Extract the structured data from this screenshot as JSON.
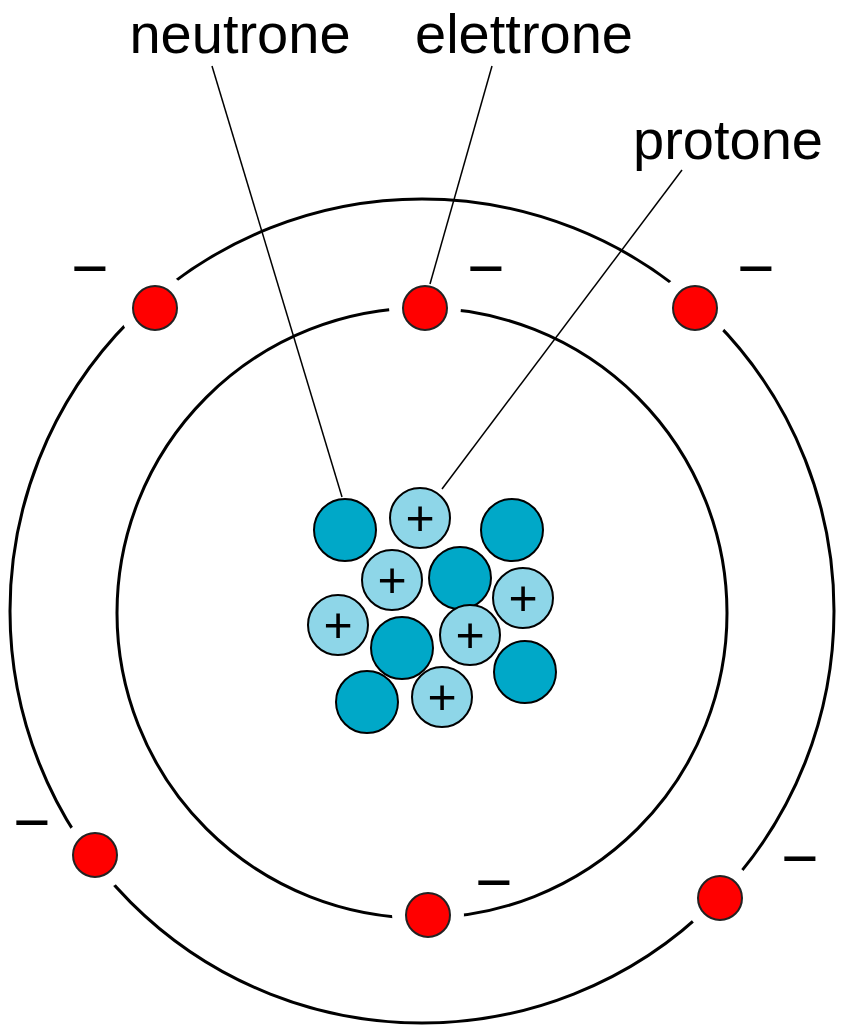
{
  "diagram": {
    "nodes": [
      {
        "text": [
          "+"
        ]
      },
      {
        "text": [
          "+"
        ]
      },
      {
        "text": [
          "+"
        ]
      },
      {
        "text": [
          "+"
        ]
      },
      {
        "text": [
          "+"
        ]
      },
      {
        "text": [
          "+"
        ]
      }
    ],
    "labels": [
      "neutrone",
      "elettrone",
      "protone",
      "−",
      "−",
      "−",
      "−",
      "−",
      "−"
    ]
  }
}
